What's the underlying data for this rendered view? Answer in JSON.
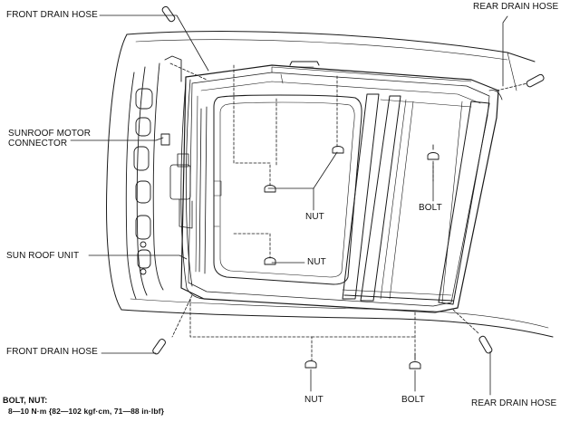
{
  "callouts": {
    "front_drain_hose_top": "FRONT DRAIN HOSE",
    "rear_drain_hose_top": "REAR DRAIN HOSE",
    "sunroof_motor_connector_line1": "SUNROOF MOTOR",
    "sunroof_motor_connector_line2": "CONNECTOR",
    "nut_upper": "NUT",
    "bolt_right": "BOLT",
    "nut_middle": "NUT",
    "sun_roof_unit": "SUN ROOF UNIT",
    "front_drain_hose_bottom": "FRONT DRAIN HOSE",
    "nut_bottom": "NUT",
    "bolt_bottom": "BOLT",
    "rear_drain_hose_bottom": "REAR DRAIN HOSE"
  },
  "torque_spec": {
    "heading": "BOLT, NUT:",
    "value": "8—10 N·m {82—102 kgf·cm, 71—88 in·lbf}"
  },
  "colors": {
    "ink": "#1a1a1a",
    "background": "#ffffff"
  }
}
